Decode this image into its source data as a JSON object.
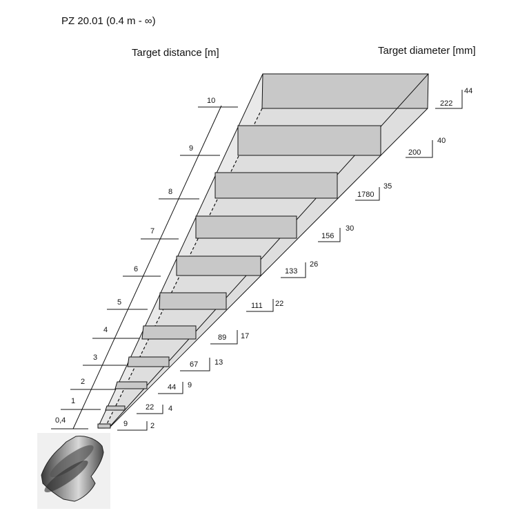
{
  "title": "PZ 20.01 (0.4 m - ∞)",
  "distance_header": "Target distance [m]",
  "diameter_header": "Target diameter [mm]",
  "colors": {
    "box_fill": "#c8c8c8",
    "beam_fill": "#e9e9e9",
    "stroke": "#111111"
  },
  "device_icon": "sensor-lens-icon",
  "distance_labels": [
    "0,4",
    "1",
    "2",
    "3",
    "4",
    "5",
    "6",
    "7",
    "8",
    "9",
    "10"
  ],
  "diameter_labels": [
    {
      "main": "9",
      "sub": "2"
    },
    {
      "main": "22",
      "sub": "4"
    },
    {
      "main": "44",
      "sub": "9"
    },
    {
      "main": "67",
      "sub": "13"
    },
    {
      "main": "89",
      "sub": "17"
    },
    {
      "main": "111",
      "sub": "22"
    },
    {
      "main": "133",
      "sub": "26"
    },
    {
      "main": "156",
      "sub": "30"
    },
    {
      "main": "1780",
      "sub": "35"
    },
    {
      "main": "200",
      "sub": "40"
    },
    {
      "main": "222",
      "sub": "44"
    }
  ]
}
